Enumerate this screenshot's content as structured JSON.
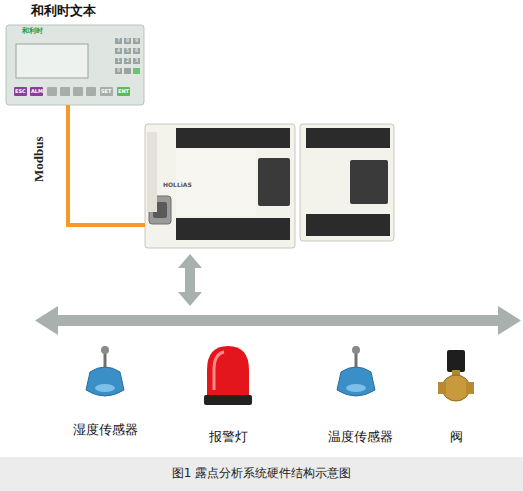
{
  "diagram": {
    "caption": "图1 露点分析系统硬件结构示意图",
    "nodes": [
      {
        "text": [
          "和利时文本"
        ]
      },
      {
        "text": [
          "HOLLiAS"
        ]
      },
      {
        "text": [
          "湿度传感器"
        ]
      },
      {
        "text": [
          "报警灯"
        ]
      },
      {
        "text": [
          "温度传感器"
        ]
      },
      {
        "text": [
          "阀"
        ]
      }
    ],
    "edges": [
      {
        "from": 0,
        "to": 1,
        "label": "Modbus",
        "arrow": "none"
      }
    ],
    "labels": [
      "和利时",
      "7",
      "8",
      "9",
      "4",
      "5",
      "6",
      "1",
      "2",
      "3",
      "0",
      "ESC",
      "ALM",
      "SET",
      "ENT"
    ]
  }
}
